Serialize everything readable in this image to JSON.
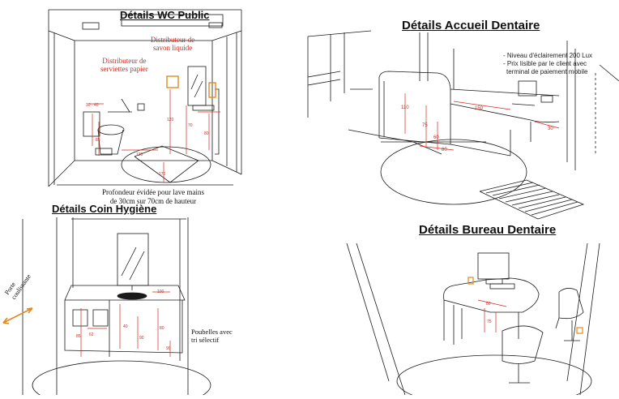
{
  "panels": {
    "wc": {
      "title": "Détails WC Public",
      "label_soap": [
        "Distributeur de",
        "savon liquide"
      ],
      "label_towels": [
        "Distributeur de",
        "serviettes papier"
      ],
      "caption": [
        "Profondeur évidée pour lave mains",
        "de 30cm sur 70cm de hauteur"
      ],
      "dims": [
        "30 - 40",
        "70",
        "120",
        "80",
        "130",
        "85",
        "170"
      ]
    },
    "accueil": {
      "title": "Détails Accueil Dentaire",
      "notes": [
        "- Niveau d'éclairement 200 Lux",
        "- Prix lisible par le client avec",
        "terminal de paiement mobile"
      ],
      "dims": [
        "150",
        "110",
        "75",
        "60",
        "30",
        "80"
      ]
    },
    "hygiene": {
      "title": "Détails Coin Hygiène",
      "door_label": [
        "Porte",
        "coulissante"
      ],
      "bins_label": [
        "Poubelles avec",
        "tri sélectif"
      ],
      "dims": [
        "100",
        "40",
        "85",
        "90",
        "62",
        "80",
        "90"
      ]
    },
    "bureau": {
      "title": "Détails Bureau Dentaire",
      "dims": [
        "80",
        "75"
      ]
    }
  },
  "colors": {
    "ink": "#1a1a1a",
    "dimension_red": "#d42a1e",
    "accessory_orange": "#e08a1e"
  }
}
